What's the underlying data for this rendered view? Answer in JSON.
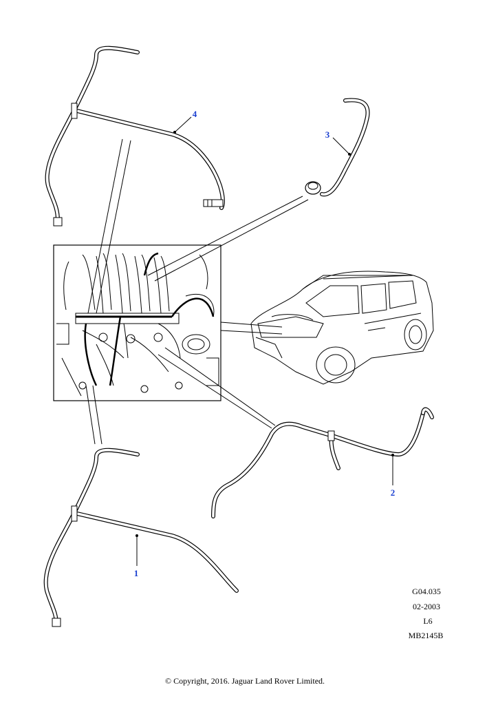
{
  "callouts": {
    "part1": "1",
    "part2": "2",
    "part3": "3",
    "part4": "4"
  },
  "reference": {
    "figure_code": "G04.035",
    "date": "02-2003",
    "engine": "L6",
    "drawing_number": "MB2145B"
  },
  "footer": {
    "copyright": "© Copyright, 2016. Jaguar Land Rover Limited."
  },
  "colors": {
    "callout": "#1a3fd0",
    "line": "#000000",
    "background": "#ffffff"
  }
}
